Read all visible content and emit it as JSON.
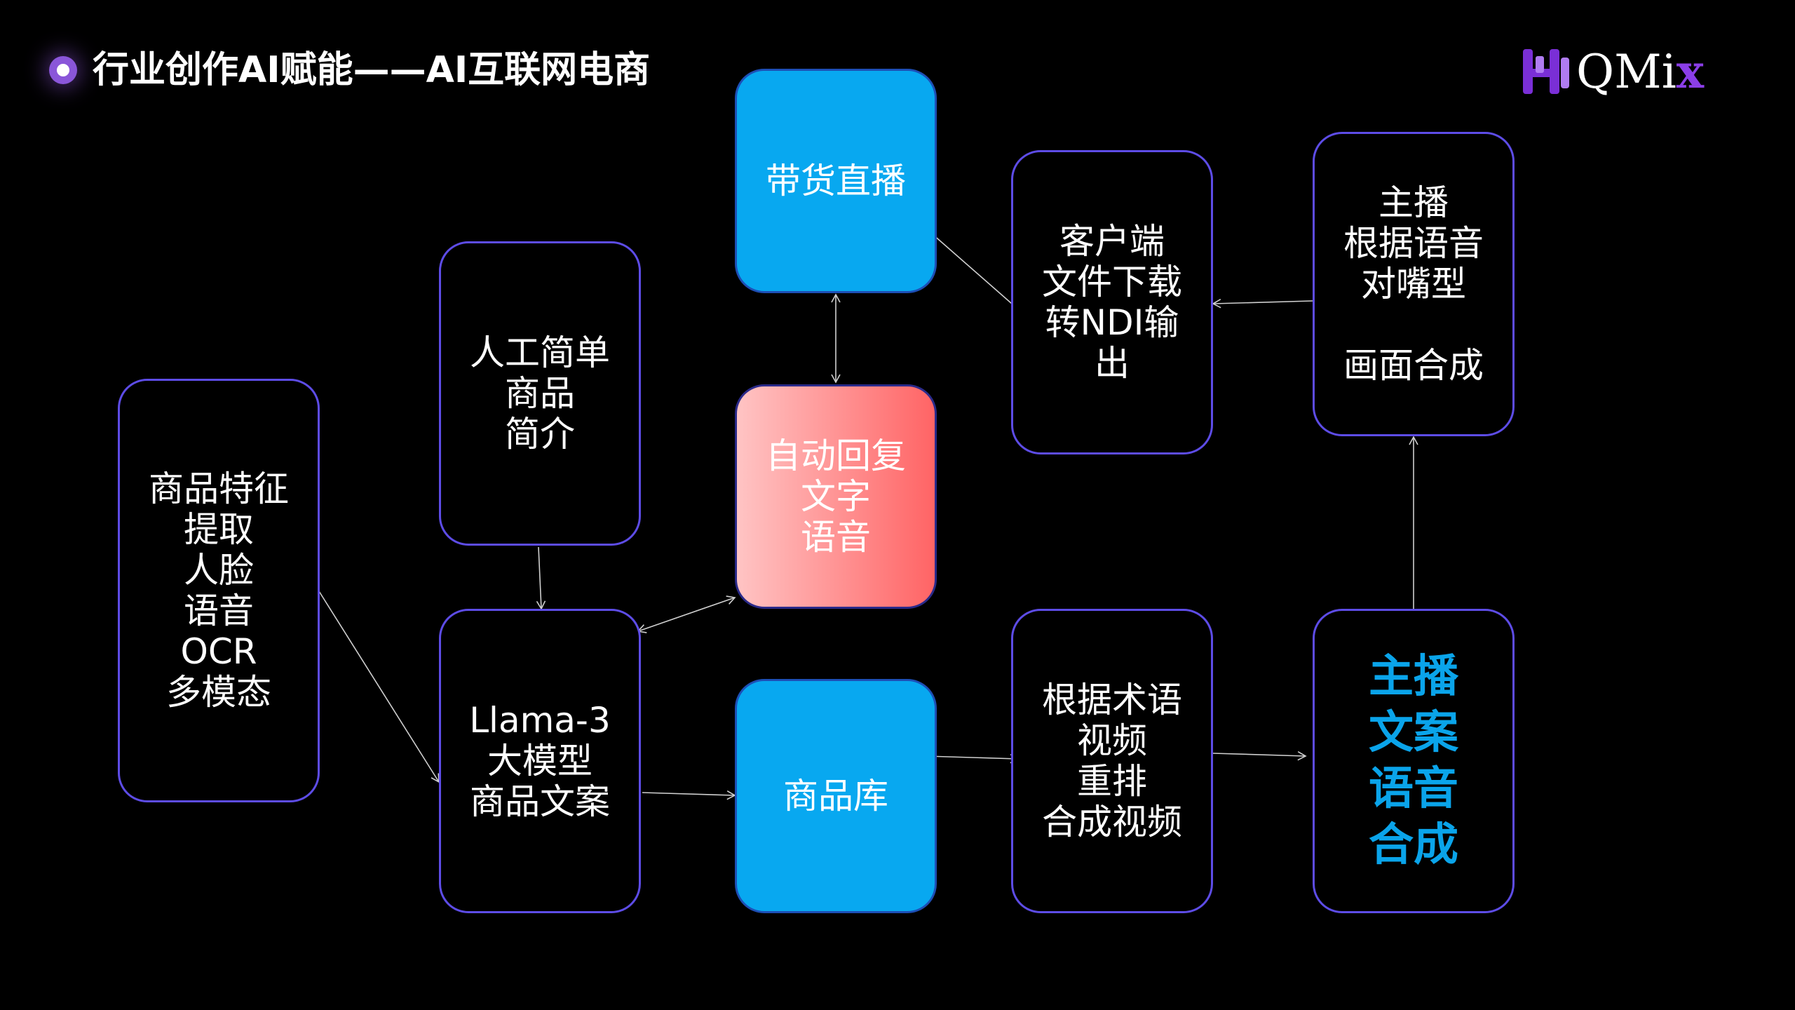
{
  "header": {
    "title": "行业创作AI赋能——AI互联网电商"
  },
  "logo": {
    "mark": "YH",
    "word_main": "QMi",
    "word_accent": "x",
    "accent_color": "#8b3ee8"
  },
  "colors": {
    "background": "#000000",
    "box_border": "#5d4ce6",
    "blue_box_fill": "#08a8f0",
    "pink_gradient_start": "#ffc4c4",
    "pink_gradient_end": "#ff6465",
    "accent_text": "#0aa4ea",
    "arrow": "#cfcfcf"
  },
  "nodes": {
    "feature_extract": "商品特征\n提取\n人脸\n语音\nOCR\n多模态",
    "manual_intro": "人工简单\n商品\n简介",
    "llama": "Llama-3\n大模型\n商品文案",
    "live_stream": "带货直播",
    "auto_reply": "自动回复\n文字\n语音",
    "product_library": "商品库",
    "client_download": "客户端\n文件下载\n转NDI输\n出",
    "video_remix": "根据术语\n视频\n重排\n合成视频",
    "anchor_lipsync": "主播\n根据语音\n对嘴型\n\n画面合成",
    "script_tts": "主播\n文案\n语音\n合成"
  },
  "edges": [
    {
      "from": "feature_extract",
      "to": "llama"
    },
    {
      "from": "manual_intro",
      "to": "llama"
    },
    {
      "from": "llama",
      "to": "auto_reply",
      "bidirectional": true
    },
    {
      "from": "live_stream",
      "to": "auto_reply",
      "bidirectional": true
    },
    {
      "from": "llama",
      "to": "product_library"
    },
    {
      "from": "product_library",
      "to": "video_remix"
    },
    {
      "from": "video_remix",
      "to": "script_tts"
    },
    {
      "from": "script_tts",
      "to": "anchor_lipsync"
    },
    {
      "from": "anchor_lipsync",
      "to": "client_download"
    },
    {
      "from": "client_download",
      "to": "live_stream"
    }
  ]
}
